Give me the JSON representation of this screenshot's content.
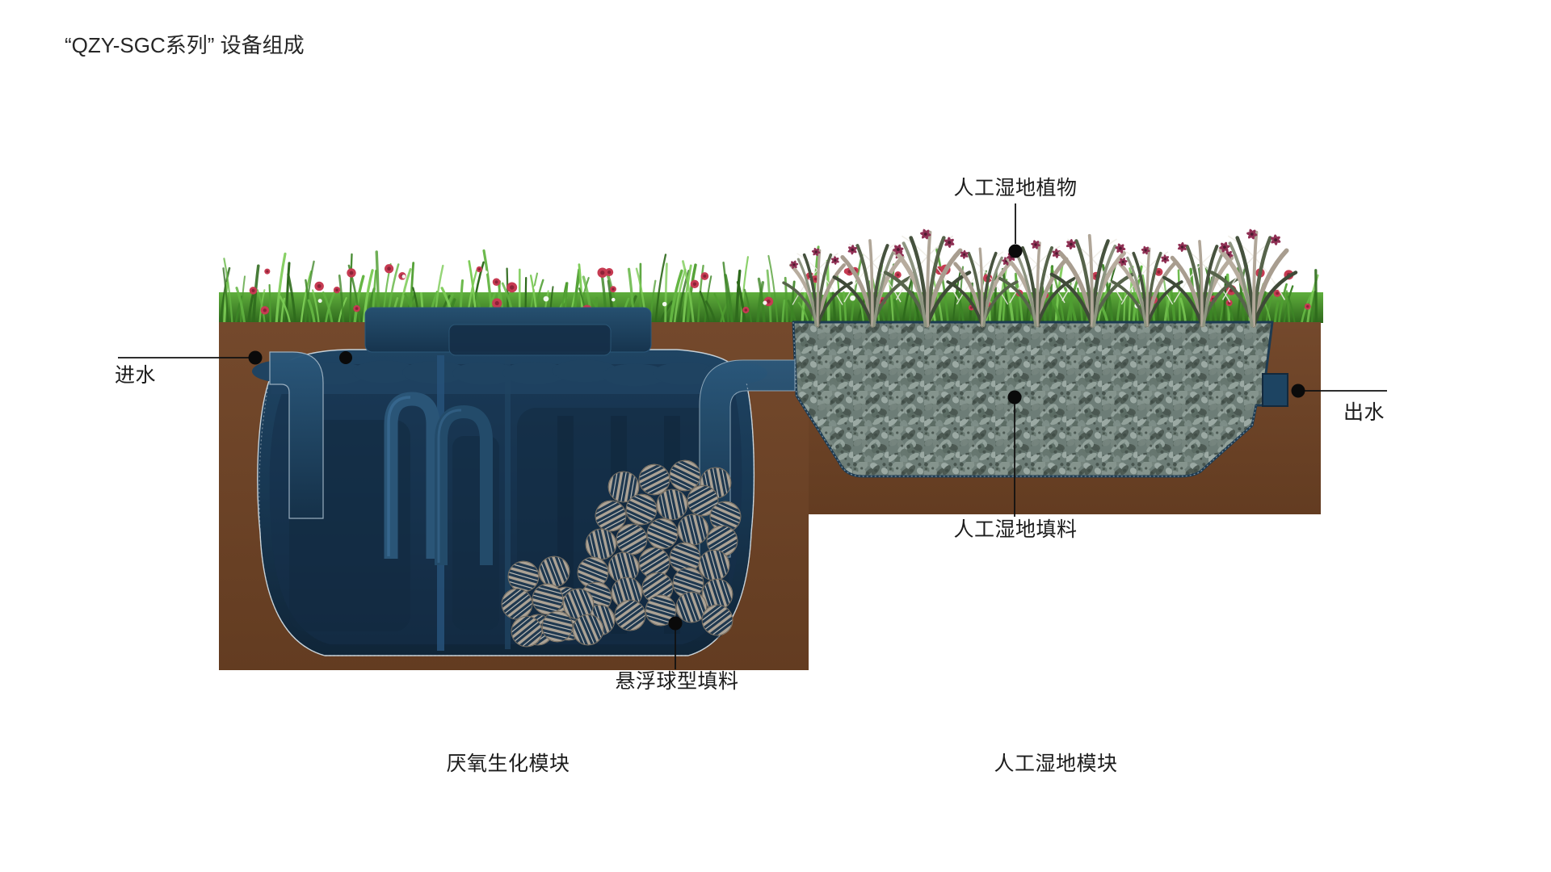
{
  "title": "“QZY-SGC系列” 设备组成",
  "labels": {
    "inlet": "进水",
    "outlet": "出水",
    "wetland_plants": "人工湿地植物",
    "wetland_media": "人工湿地填料",
    "ball_media": "悬浮球型填料"
  },
  "captions": {
    "anaerobic_module": "厌氧生化模块",
    "wetland_module": "人工湿地模块"
  },
  "colors": {
    "soil": "#6f4529",
    "soil_dark": "#5e3a20",
    "tank_dark": "#12293e",
    "tank_mid": "#1e4160",
    "tank_light": "#2c5a7d",
    "tank_outline": "#c6d1d8",
    "gravel_base": "#6d7d77",
    "gravel_light": "#95a49e",
    "gravel_dark": "#4a5750",
    "basin_outline": "#1d3b52",
    "grass_dark": "#2e6a1c",
    "grass_light": "#6cbd49",
    "flower_red": "#c63b52",
    "flower_white": "#ffffff",
    "flower_purple": "#8f3054",
    "plant_leaf_tan": "#b7ac9e",
    "plant_leaf_green": "#57644b",
    "ball_fill": "#aba295",
    "ball_stripe": "#203950",
    "leader": "#111111",
    "text": "#1c1c1c"
  }
}
